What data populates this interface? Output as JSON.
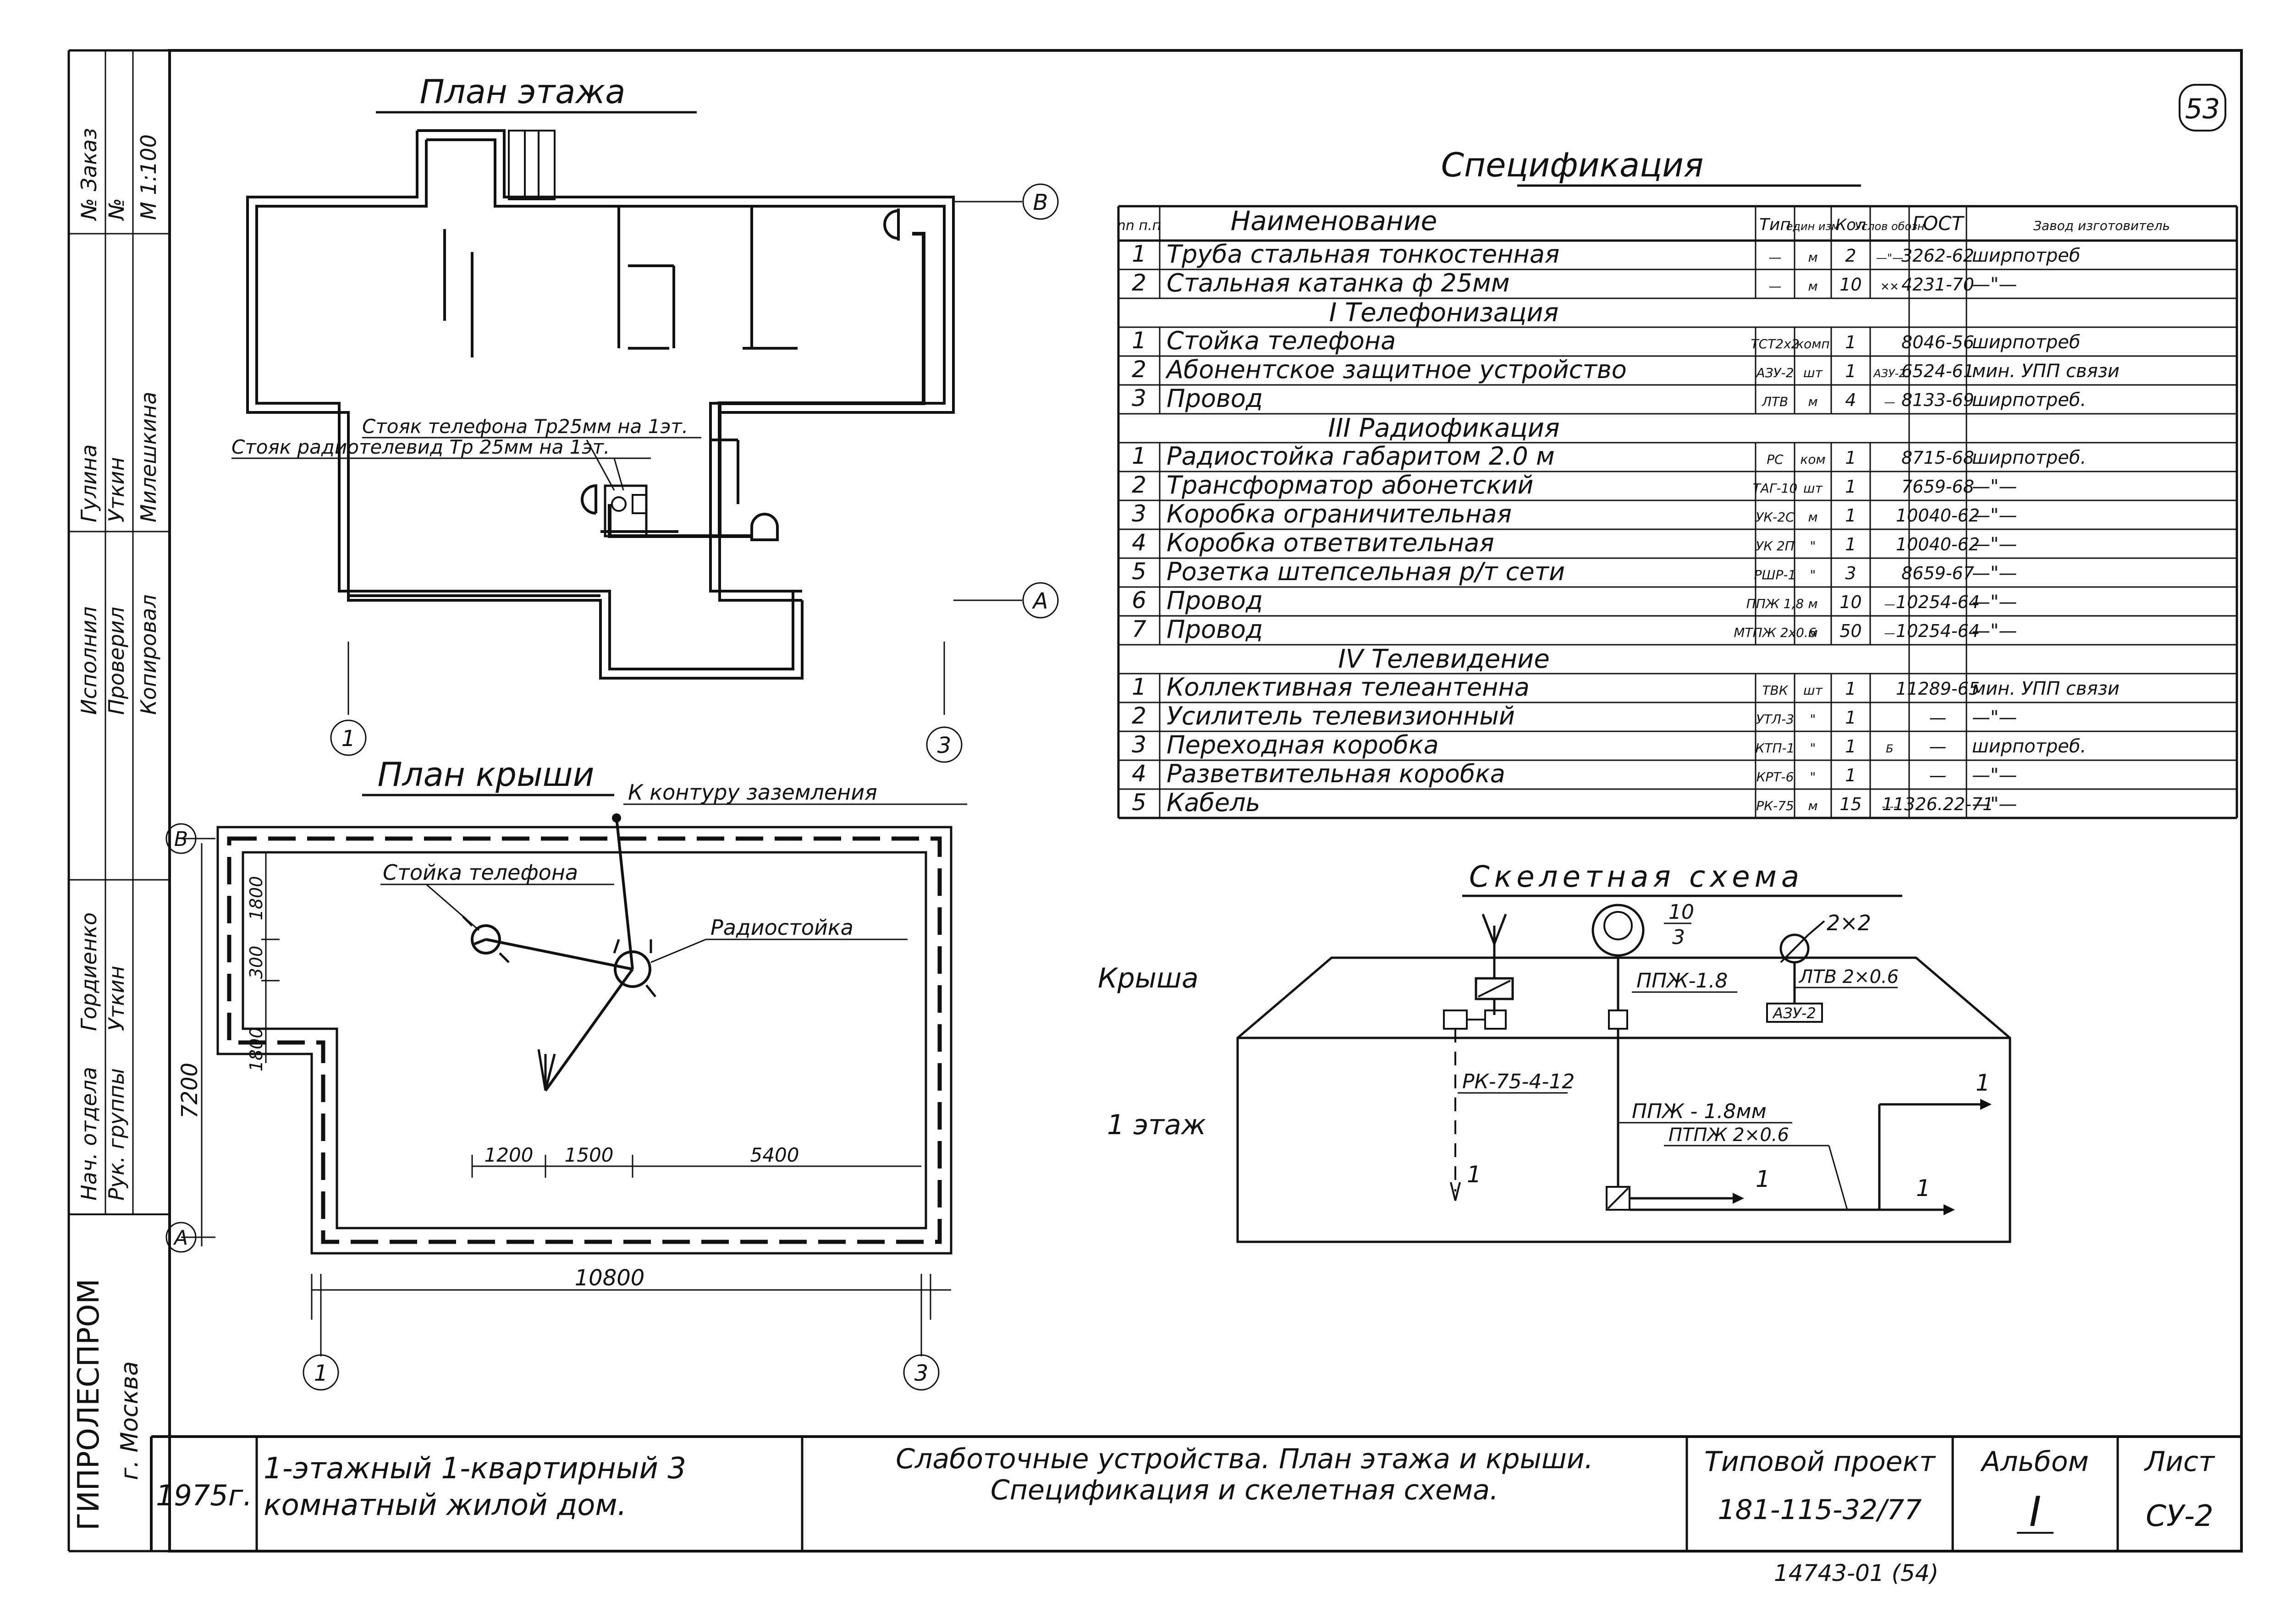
{
  "sheet_number": "53",
  "floor_plan": {
    "title": "План этажа",
    "axis_b": "В",
    "axis_a": "А",
    "axis_1": "1",
    "axis_3": "3",
    "note_phone_riser": "Стояк телефона Тр25мм на 1эт.",
    "note_radio_riser": "Стояк радиотелевид Тр 25мм на 1эт."
  },
  "roof_plan": {
    "title": "План крыши",
    "ground_note": "К контуру заземления",
    "phone_post_label": "Стойка телефона",
    "radio_post_label": "Радиостойка",
    "axis_b": "В",
    "axis_a": "А",
    "axis_1": "1",
    "axis_3": "3",
    "dim_total_width": "10800",
    "dim_height": "7200",
    "dim_1200": "1200",
    "dim_1500": "1500",
    "dim_5400": "5400",
    "dim_1800_top": "1800",
    "dim_300": "300",
    "dim_1800_bottom": "1800"
  },
  "specification": {
    "title": "Спецификация",
    "headers": [
      "nn п.п",
      "Наименование",
      "Тип",
      "един изм",
      "Кол",
      "Услов обозн",
      "ГОСТ",
      "Завод изготовитель"
    ],
    "general_rows": [
      [
        "1",
        "Труба стальная тонкостенная",
        "—",
        "м",
        "2",
        "—\"—",
        "3262-62",
        "ширпотреб"
      ],
      [
        "2",
        "Стальная катанка ф 25мм",
        "—",
        "м",
        "10",
        "✕✕",
        "4231-70",
        "—\"—"
      ]
    ],
    "section1": "I Телефонизация",
    "section1_rows": [
      [
        "1",
        "Стойка телефона",
        "ТСТ2х2",
        "комп",
        "1",
        "",
        "8046-56",
        "ширпотреб"
      ],
      [
        "2",
        "Абонентское защитное устройство",
        "АЗУ-2",
        "шт",
        "1",
        "АЗУ-2",
        "6524-61",
        "мин. УПП связи"
      ],
      [
        "3",
        "Провод",
        "ЛТВ",
        "м",
        "4",
        "—",
        "8133-69",
        "ширпотреб."
      ]
    ],
    "section3": "III Радиофикация",
    "section3_rows": [
      [
        "1",
        "Радиостойка габаритом 2.0 м",
        "РС",
        "ком",
        "1",
        "",
        "8715-68",
        "ширпотреб."
      ],
      [
        "2",
        "Трансформатор абонетский",
        "ТАГ-10",
        "шт",
        "1",
        "",
        "7659-68",
        "—\"—"
      ],
      [
        "3",
        "Коробка ограничительная",
        "УК-2С",
        "м",
        "1",
        "",
        "10040-62",
        "—\"—"
      ],
      [
        "4",
        "Коробка ответвительная",
        "УК 2П",
        "\"",
        "1",
        "",
        "10040-62",
        "—\"—"
      ],
      [
        "5",
        "Розетка штепсельная р/т сети",
        "РШР-1",
        "\"",
        "3",
        "",
        "8659-67",
        "—\"—"
      ],
      [
        "6",
        "Провод",
        "ППЖ 1,8",
        "м",
        "10",
        "—",
        "10254-64",
        "—\"—"
      ],
      [
        "7",
        "Провод",
        "МТПЖ 2х0.6",
        "м",
        "50",
        "—",
        "10254-64",
        "—\"—"
      ]
    ],
    "section4": "IV Телевидение",
    "section4_rows": [
      [
        "1",
        "Коллективная телеантенна",
        "ТВК",
        "шт",
        "1",
        "",
        "11289-65",
        "мин. УПП связи"
      ],
      [
        "2",
        "Усилитель телевизионный",
        "УТЛ-3",
        "\"",
        "1",
        "",
        "—",
        "—\"—"
      ],
      [
        "3",
        "Переходная коробка",
        "КТП-1",
        "\"",
        "1",
        "Б",
        "—",
        "ширпотреб."
      ],
      [
        "4",
        "Разветвительная коробка",
        "КРТ-6",
        "\"",
        "1",
        "",
        "—",
        "—\"—"
      ],
      [
        "5",
        "Кабель",
        "РК-75",
        "м",
        "15",
        "----",
        "11326.22-71",
        "—\"—"
      ]
    ]
  },
  "skeleton": {
    "title": "Скелетная схема",
    "roof_label": "Крыша",
    "floor_label": "1 этаж",
    "radio_fraction_num": "10",
    "radio_fraction_den": "3",
    "phone_label": "2×2",
    "ppzh_top": "ППЖ-1.8",
    "ltv_label": "ЛТВ 2×0.6",
    "azu_label": "АЗУ-2",
    "rk_label": "РК-75-4-12",
    "ppzh_floor": "ППЖ - 1.8мм",
    "ptpzh_label": "ПТПЖ 2×0.6",
    "sockets_mark": "1"
  },
  "left_stamp": {
    "order_no": "№ Заказ",
    "sheet_no": "№",
    "scale": "М 1:100",
    "rows": [
      [
        "Исполнил",
        "Гулина"
      ],
      [
        "Проверил",
        "Уткин"
      ],
      [
        "Копировал",
        "Милешкина"
      ],
      [
        "Нач. отдела",
        "Гордиенко"
      ],
      [
        "Рук. группы",
        "Уткин"
      ]
    ],
    "org": "ГИПРОЛЕСПРОМ",
    "city": "г. Москва"
  },
  "title_block": {
    "year": "1975г.",
    "building": "1-этажный 1-квартирный 3 комнатный жилой дом.",
    "content": "Слаботочные устройства. План этажа и крыши. Спецификация и скелетная схема.",
    "project_label": "Типовой проект",
    "project_no": "181-115-32/77",
    "album_label": "Альбом",
    "album_no": "I",
    "sheet_label": "Лист",
    "sheet_no": "СУ-2"
  },
  "footer_stamp": "14743-01 (54)"
}
